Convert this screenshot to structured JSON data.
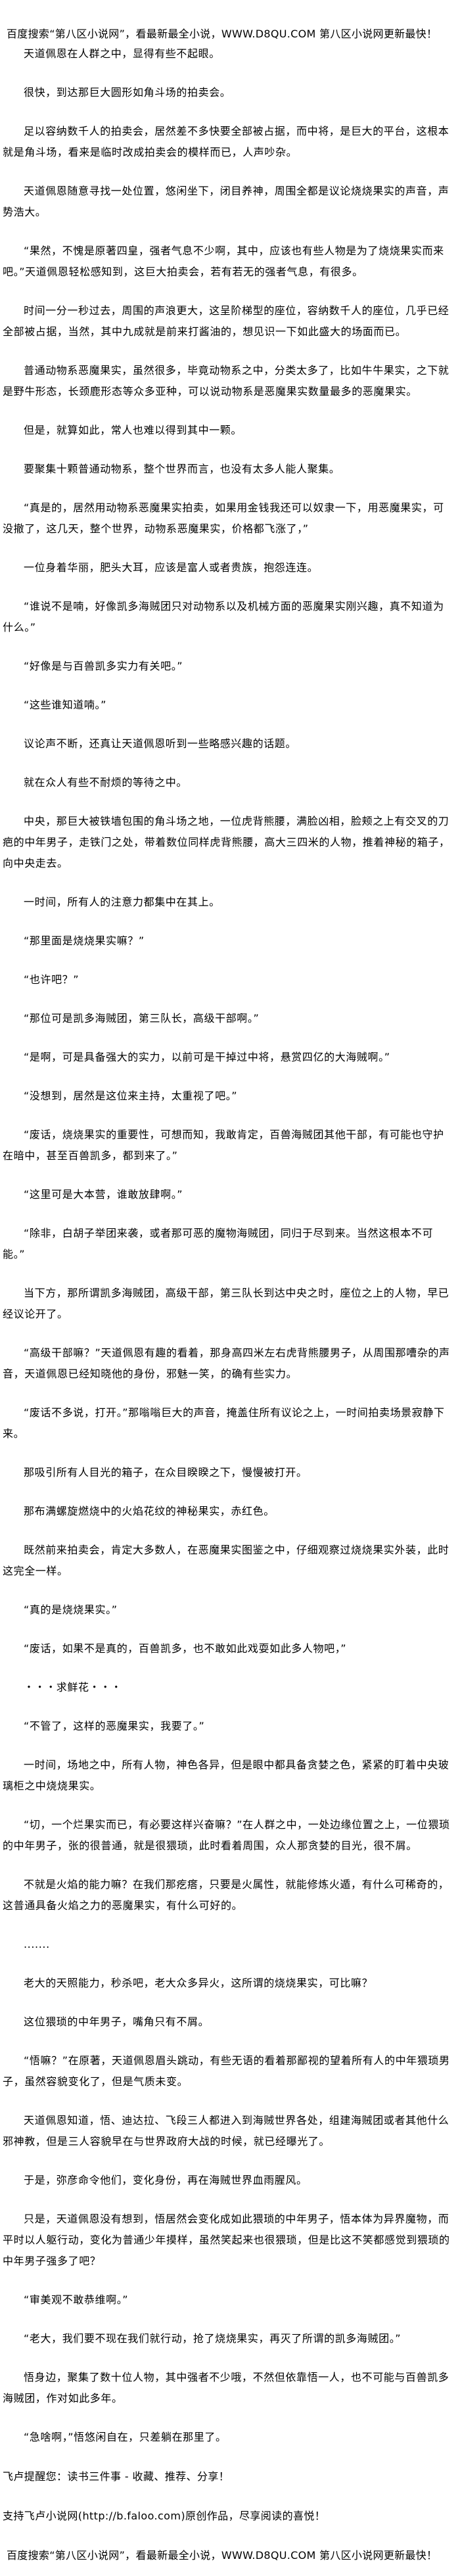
{
  "header": {
    "banner": "百度搜索“第八区小说网”，看最新最全小说，WWW.D8QU.COM   第八区小说网更新最快！"
  },
  "paragraphs": [
    "天道佩恩在人群之中，显得有些不起眼。",
    "很快，到达那巨大圆形如角斗场的拍卖会。",
    "足以容纳数千人的拍卖会，居然差不多快要全部被占据，而中将，是巨大的平台，这根本就是角斗场，看来是临时改成拍卖会的模样而已，人声吵杂。",
    "天道佩恩随意寻找一处位置，悠闲坐下，闭目养神，周围全都是议论烧烧果实的声音，声势浩大。",
    "“果然，不愧是原著四皇，强者气息不少啊，其中，应该也有些人物是为了烧烧果实而来吧。”天道佩恩轻松感知到，这巨大拍卖会，若有若无的强者气息，有很多。",
    "时间一分一秒过去，周围的声浪更大，这呈阶梯型的座位，容纳数千人的座位，几乎已经全部被占据，当然，其中九成就是前来打酱油的，想见识一下如此盛大的场面而已。",
    "普通动物系恶魔果实，虽然很多，毕竟动物系之中，分类太多了，比如牛牛果实，之下就是野牛形态，长颈鹿形态等众多亚种，可以说动物系是恶魔果实数量最多的恶魔果实。",
    "但是，就算如此，常人也难以得到其中一颗。",
    "要聚集十颗普通动物系，整个世界而言，也没有太多人能人聚集。",
    "“真是的，居然用动物系恶魔果实拍卖，如果用金钱我还可以奴隶一下，用恶魔果实，可没撤了，这几天，整个世界，动物系恶魔果实，价格都飞涨了，”",
    "一位身着华丽，肥头大耳，应该是富人或者贵族，抱怨连连。",
    "“谁说不是喃，好像凯多海贼团只对动物系以及机械方面的恶魔果实刚兴趣，真不知道为什么。”",
    "“好像是与百兽凯多实力有关吧。”",
    "“这些谁知道喃。”",
    "议论声不断，还真让天道佩恩听到一些略感兴趣的话题。",
    "就在众人有些不耐烦的等待之中。",
    "中央，那巨大被铁墙包围的角斗场之地，一位虎背熊腰，满脸凶相，脸颊之上有交叉的刀疤的中年男子，走铁门之处，带着数位同样虎背熊腰，高大三四米的人物，推着神秘的箱子，向中央走去。",
    "一时间，所有人的注意力都集中在其上。",
    "“那里面是烧烧果实嘛？”",
    "“也许吧？”",
    "“那位可是凯多海贼团，第三队长，高级干部啊。”",
    "“是啊，可是具备强大的实力，以前可是干掉过中将，悬赏四亿的大海贼啊。”",
    "“没想到，居然是这位来主持，太重视了吧。”",
    "“废话，烧烧果实的重要性，可想而知，我敢肯定，百兽海贼团其他干部，有可能也守护在暗中，甚至百兽凯多，都到来了。”",
    "“这里可是大本营，谁敢放肆啊。”",
    "“除非，白胡子举团来袭，或者那可恶的魔物海贼团，同归于尽到来。当然这根本不可能。”",
    "当下方，那所谓凯多海贼团，高级干部，第三队长到达中央之时，座位之上的人物，早已经议论开了。",
    "“高级干部嘛？”天道佩恩有趣的看着，那身高四米左右虎背熊腰男子，从周围那嘈杂的声音，天道佩恩已经知晓他的身份，邪魅一笑，的确有些实力。",
    "“废话不多说，打开。”那嗡嗡巨大的声音，掩盖住所有议论之上，一时间拍卖场景寂静下来。",
    "那吸引所有人目光的箱子，在众目睽睽之下，慢慢被打开。",
    "那布满螺旋燃烧中的火焰花纹的神秘果实，赤红色。",
    "既然前来拍卖会，肯定大多数人，在恶魔果实图鉴之中，仔细观察过烧烧果实外装，此时这完全一样。",
    "“真的是烧烧果实。”",
    "“废话，如果不是真的，百兽凯多，也不敢如此戏耍如此多人物吧，”",
    "・・・求鲜花・・・",
    "“不管了，这样的恶魔果实，我要了。”",
    "一时间，场地之中，所有人物，神色各异，但是眼中都具备贪婪之色，紧紧的盯着中央玻璃柜之中烧烧果实。",
    "“切，一个烂果实而已，有必要这样兴奋嘛？”在人群之中，一处边缘位置之上，一位猥琐的中年男子，张的很普通，就是很猥琐，此时看着周围，众人那贪婪的目光，很不屑。",
    "不就是火焰的能力嘛？在我们那疙瘩，只要是火属性，就能修炼火遁，有什么可稀奇的，这普通具备火焰之力的恶魔果实，有什么可好的。",
    ".......",
    "老大的天照能力，秒杀吧，老大众多异火，这所谓的烧烧果实，可比嘛？",
    "这位猥琐的中年男子，嘴角只有不屑。",
    "“悟嘛？”在原著，天道佩恩眉头跳动，有些无语的看着那鄙视的望着所有人的中年猥琐男子，虽然容貌变化了，但是气质未变。",
    "天道佩恩知道，悟、迪达拉、飞段三人都进入到海贼世界各处，组建海贼团或者其他什么邪神教，但是三人容貌早在与世界政府大战的时候，就已经曝光了。",
    "于是，弥彦命令他们，变化身份，再在海贼世界血雨腥风。",
    "只是，天道佩恩没有想到，悟居然会变化成如此猥琐的中年男子，悟本体为异界魔物，而平时以人躯行动，变化为普通少年摸样，虽然笑起来也很猥琐，但是比这不笑都感觉到猥琐的中年男子强多了吧？",
    "“审美观不敢恭维啊。”",
    "“老大，我们要不现在我们就行动，抢了烧烧果实，再灭了所谓的凯多海贼团。”",
    "悟身边，聚集了数十位人物，其中强者不少哦，不然但依靠悟一人，也不可能与百兽凯多海贼团，作对如此多年。",
    "“急啥啊，”悟悠闲自在，只差躺在那里了。"
  ],
  "footer": {
    "reminder": "飞卢提醒您：读书三件事 - 收藏、推荐、分享！",
    "support": "支持飞卢小说网(http://b.faloo.com)原创作品，尽享阅读的喜悦！",
    "banner": "百度搜索“第八区小说网”，看最新最全小说，WWW.D8QU.COM   第八区小说网更新最快！"
  }
}
